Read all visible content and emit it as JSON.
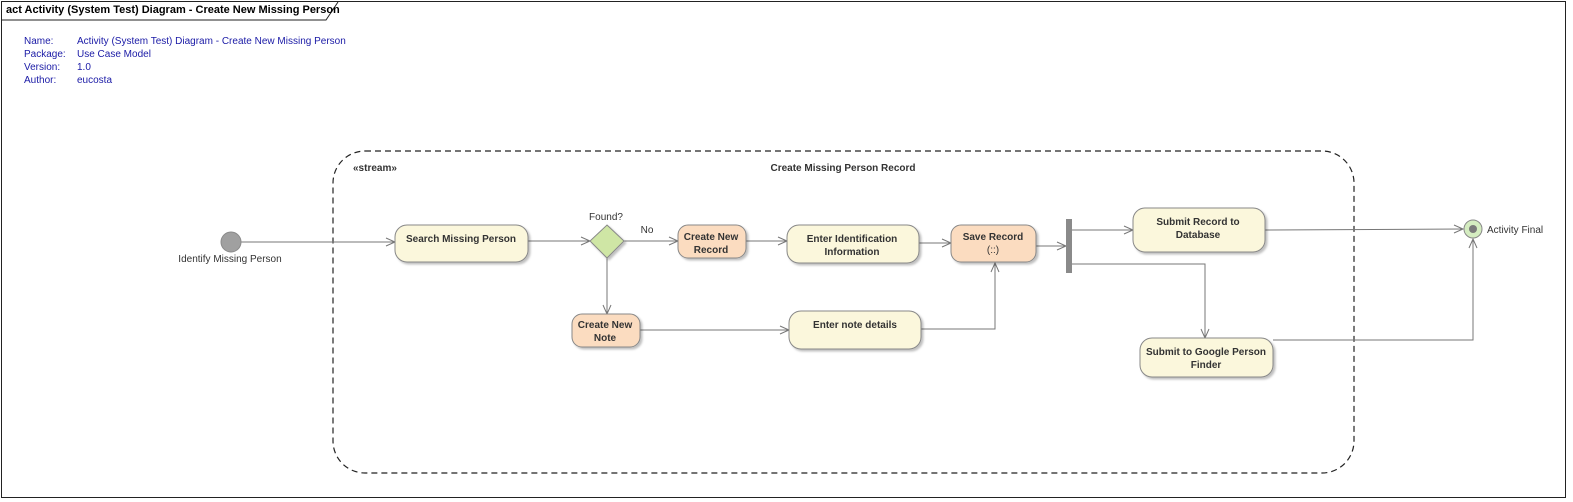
{
  "header": {
    "title": "act Activity (System Test)  Diagram - Create New Missing Person"
  },
  "meta": {
    "name_key": "Name:",
    "name_val": "Activity (System Test)  Diagram - Create New Missing Person",
    "package_key": "Package:",
    "package_val": "Use Case Model",
    "version_key": "Version:",
    "version_val": "1.0",
    "author_key": "Author:",
    "author_val": "eucosta"
  },
  "region": {
    "stereotype": "«stream»",
    "title": "Create Missing Person Record"
  },
  "nodes": {
    "initial_label": "Identify Missing Person",
    "search_line1": "Search Missing Person",
    "decision_label": "Found?",
    "no_guard": "No",
    "create_record_line1": "Create New",
    "create_record_line2": "Record",
    "enter_id_line1": "Enter Identification",
    "enter_id_line2": "Information",
    "save_line1": "Save Record",
    "save_line2": "(::)",
    "create_note_line1": "Create New",
    "create_note_line2": "Note",
    "enter_note_line1": "Enter note details",
    "submit_db_line1": "Submit Record to",
    "submit_db_line2": "Database",
    "submit_google_line1": "Submit to Google Person",
    "submit_google_line2": "Finder",
    "final_label": "Activity Final"
  },
  "colors": {
    "action_fill": "#fbf7dc",
    "highlight_fill": "#fbdcc0",
    "decision_fill": "#cfe6a5",
    "initial_fill": "#a0a0a0",
    "final_fill": "#d4ecc0"
  }
}
